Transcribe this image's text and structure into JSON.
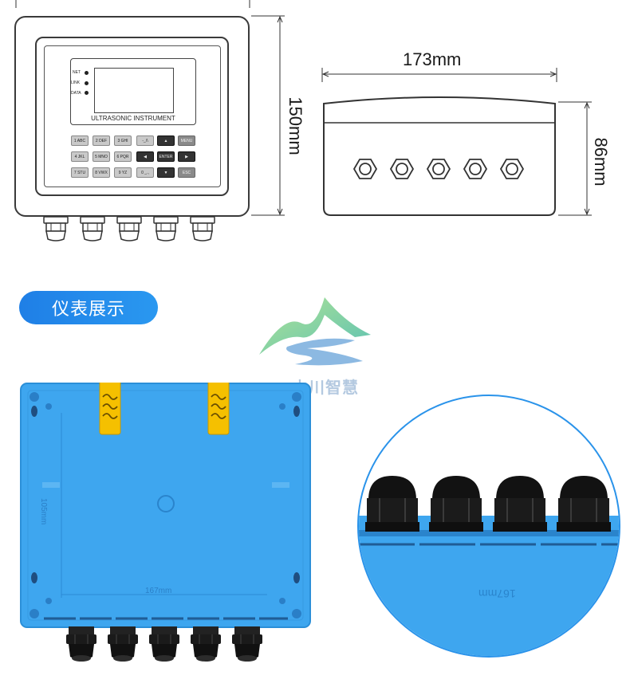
{
  "dimensions": {
    "height_front": "150mm",
    "width_side": "173mm",
    "depth_side": "86mm"
  },
  "device": {
    "leds": [
      "NET",
      "LINK",
      "DATA"
    ],
    "instrument_label": "ULTRASONIC INSTRUMENT",
    "keypad": [
      [
        "1 ABC",
        "2 DEF",
        "3 GHI",
        "-_/\\",
        "▲",
        "MENU"
      ],
      [
        "4 JKL",
        "5 MNO",
        "6 PQR",
        "◀",
        "ENTER",
        "▶"
      ],
      [
        "7 STU",
        "8 VWX",
        "9 YZ",
        "0 _.,",
        "▼",
        "ESC"
      ]
    ]
  },
  "section": {
    "title": "仪表展示"
  },
  "watermark": {
    "text": "山川智慧"
  },
  "back_panel": {
    "dimension_label": "167mm",
    "side_dimension_label": "105mm"
  },
  "zoom": {
    "dimension_label": "167mm"
  },
  "colors": {
    "panel_blue": "#3ea6ef",
    "accent_blue": "#2a93ea",
    "clip_yellow": "#f5c000",
    "gland_black": "#1a1a1a"
  }
}
